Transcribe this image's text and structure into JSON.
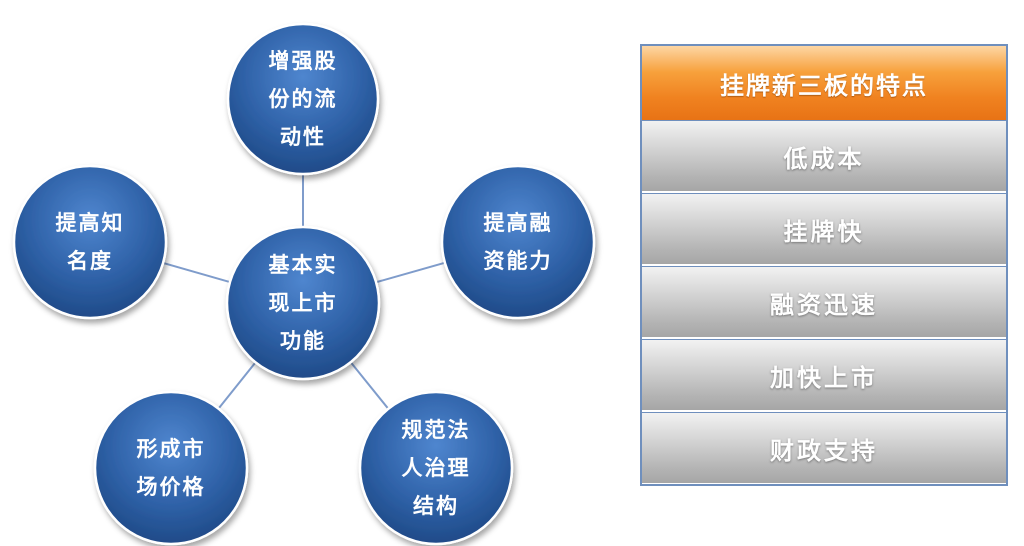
{
  "diagram": {
    "center": "基本实现上市功能",
    "nodes": [
      "增强股份的流动性",
      "提高融资能力",
      "规范法人治理结构",
      "形成市场价格",
      "提高知名度"
    ]
  },
  "table": {
    "header": "挂牌新三板的特点",
    "rows": [
      "低成本",
      "挂牌快",
      "融资迅速",
      "加快上市",
      "财政支持"
    ]
  },
  "colors": {
    "node_fill": "#2f62a8",
    "node_border": "#ffffff",
    "connector": "#7f9ccb",
    "header_fill": "#f08220",
    "row_fill": "#bfbfbf",
    "table_border": "#6f8fbd"
  }
}
